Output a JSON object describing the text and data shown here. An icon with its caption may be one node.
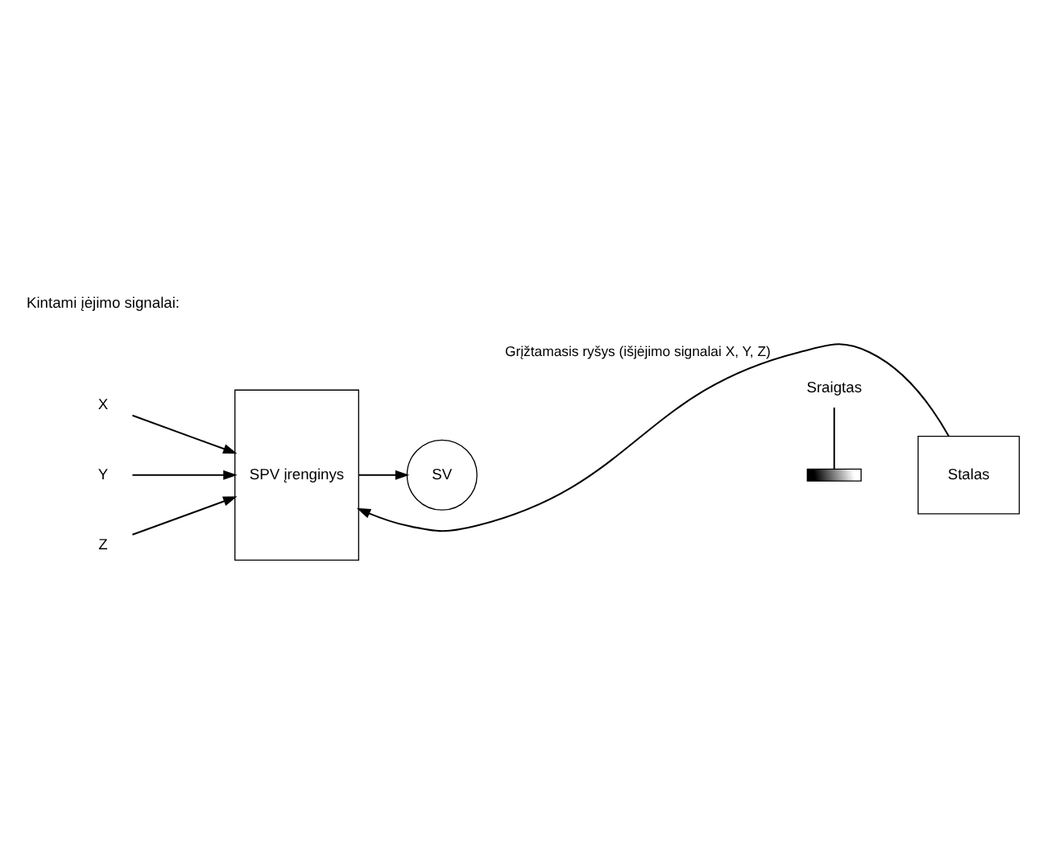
{
  "diagram": {
    "nodes": [
      {
        "text": [
          "X"
        ]
      },
      {
        "text": [
          "Y"
        ]
      },
      {
        "text": [
          "Z"
        ]
      },
      {
        "text": [
          "Sraigtas"
        ]
      },
      {
        "text": [
          "SPV įrenginys"
        ]
      },
      {
        "text": [
          "SV"
        ]
      },
      {
        "text": [],
        "shape": "bar"
      },
      {
        "text": [
          "Stalas"
        ]
      }
    ],
    "edges": [
      {
        "from": 0,
        "to": 4,
        "arrow": "to"
      },
      {
        "from": 1,
        "to": 4,
        "arrow": "to"
      },
      {
        "from": 2,
        "to": 4,
        "arrow": "to"
      },
      {
        "from": 4,
        "to": 5,
        "arrow": "to"
      },
      {
        "from": 3,
        "to": 6,
        "arrow": "none"
      },
      {
        "from": 7,
        "to": 4,
        "arrow": "to",
        "label": "Grįžtamasis ryšys (išjėjimo signalai X, Y, Z)"
      }
    ],
    "labels": [
      "Kintami įėjimo signalai:"
    ]
  }
}
